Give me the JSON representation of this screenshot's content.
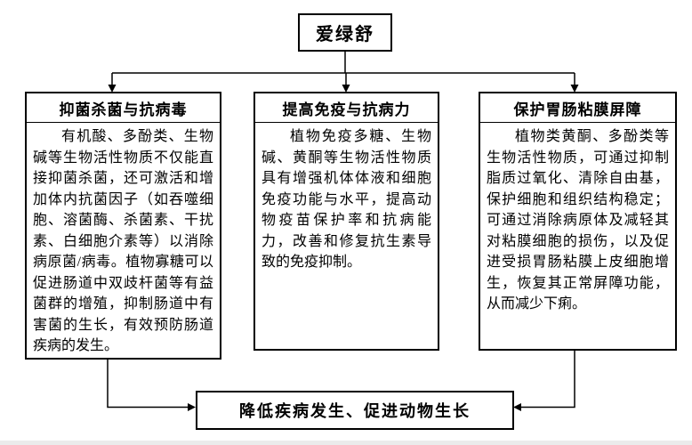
{
  "diagram": {
    "root": {
      "label": "爱绿舒"
    },
    "branches": [
      {
        "title": "抑菌杀菌与抗病毒",
        "body": "有机酸、多酚类、生物碱等生物活性物质不仅能直接抑菌杀菌，还可激活和增加体内抗菌因子（如吞噬细胞、溶菌酶、杀菌素、干扰素、白细胞介素等）以消除病原菌/病毒。植物寡糖可以促进肠道中双歧杆菌等有益菌群的增殖，抑制肠道中有害菌的生长，有效预防肠道疾病的发生。"
      },
      {
        "title": "提高免疫与抗病力",
        "body": "植物免疫多糖、生物碱、黄酮等生物活性物质具有增强机体体液和细胞免疫功能与水平，提高动物疫苗保护率和抗病能力，改善和修复抗生素导致的免疫抑制。"
      },
      {
        "title": "保护胃肠粘膜屏障",
        "body": "植物类黄酮、多酚类等生物活性物质，可通过抑制脂质过氧化、清除自由基，保护细胞和组织结构稳定；可通过消除病原体及减轻其对粘膜细胞的损伤，以及促进受损胃肠粘膜上皮细胞增生，恢复其正常屏障功能，从而减少下痢。"
      }
    ],
    "outcome": {
      "label": "降低疾病发生、促进动物生长"
    },
    "connections": [
      {
        "from": "root",
        "to": "branch-1"
      },
      {
        "from": "root",
        "to": "branch-2"
      },
      {
        "from": "root",
        "to": "branch-3"
      },
      {
        "from": "branch-1",
        "to": "outcome"
      },
      {
        "from": "branch-3",
        "to": "outcome"
      }
    ],
    "colors": {
      "line": "#000000",
      "background": "#ffffff",
      "page_edge_strip": "#ebebeb"
    }
  }
}
